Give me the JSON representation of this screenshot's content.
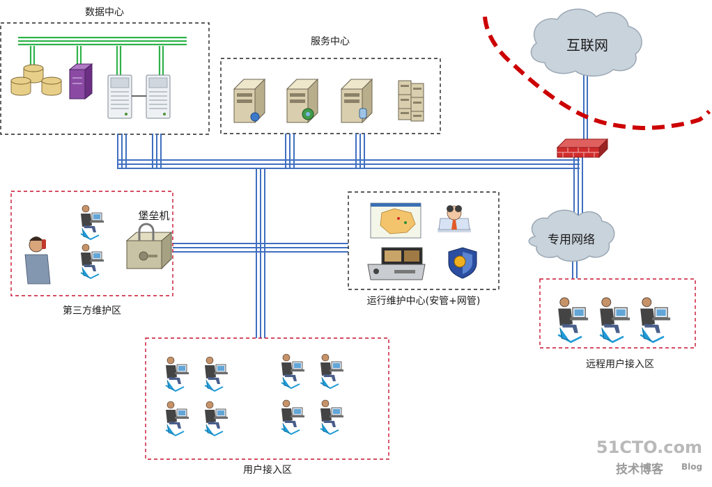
{
  "zones": {
    "data_center": "数据中心",
    "service_center": "服务中心",
    "internet": "互联网",
    "third_party": "第三方维护区",
    "bastion": "堡垒机",
    "ops_center": "运行维护中心(安管+网管)",
    "private_network": "专用网络",
    "remote_access": "远程用户接入区",
    "user_access": "用户接入区"
  },
  "watermark": {
    "site": "51CTO.com",
    "subtitle": "技术博客",
    "blog": "Blog"
  },
  "colors": {
    "trunk_blue": "#3f6fbf",
    "green_bus": "#2fb24a",
    "red_dash": "#cc0000",
    "boundary_red": "#c8102e",
    "cloud_gray": "#c9d3dc",
    "firewall_red": "#d12c2c",
    "server_beige": "#d9cfae",
    "shield_blue": "#2b4ea0",
    "shield_gold": "#f0b020"
  }
}
